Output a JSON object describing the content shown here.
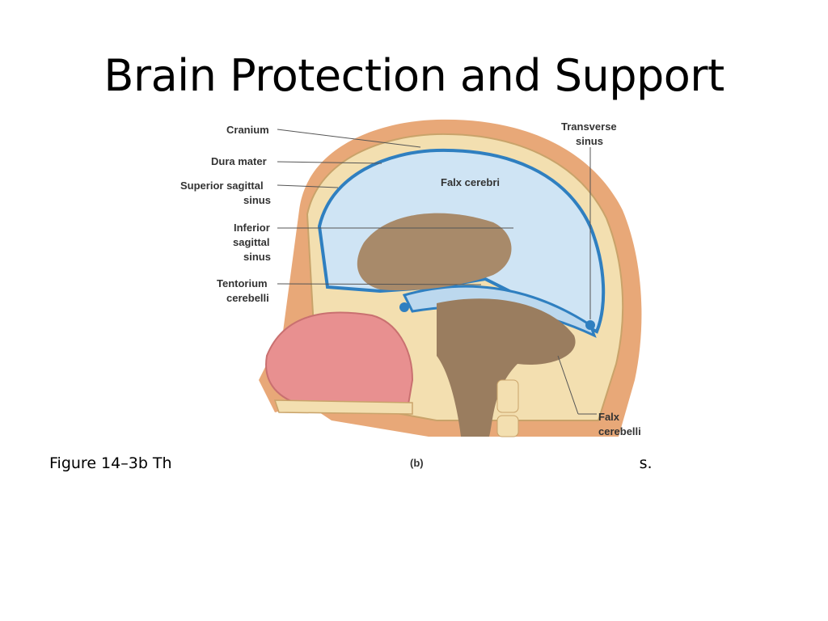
{
  "slide": {
    "title": "Brain Protection and Support",
    "caption": "Figure 14–3b Th",
    "caption_tail": "s."
  },
  "figure": {
    "panel_label": "(b)",
    "labels": {
      "cranium": "Cranium",
      "dura_mater": "Dura mater",
      "superior_sagittal_1": "Superior sagittal",
      "superior_sagittal_2": "sinus",
      "inferior_sagittal_1": "Inferior",
      "inferior_sagittal_2": "sagittal",
      "inferior_sagittal_3": "sinus",
      "tentorium_1": "Tentorium",
      "tentorium_2": "cerebelli",
      "transverse_1": "Transverse",
      "transverse_2": "sinus",
      "falx_cerebri": "Falx cerebri",
      "falx_cerebelli_1": "Falx",
      "falx_cerebelli_2": "cerebelli"
    },
    "colors": {
      "skin": "#e8a878",
      "bone": "#f3dfb0",
      "dura": "#cfe4f4",
      "sinus": "#2f7fc0",
      "brain": "#a88a6a",
      "nasal": "#e89090"
    }
  }
}
